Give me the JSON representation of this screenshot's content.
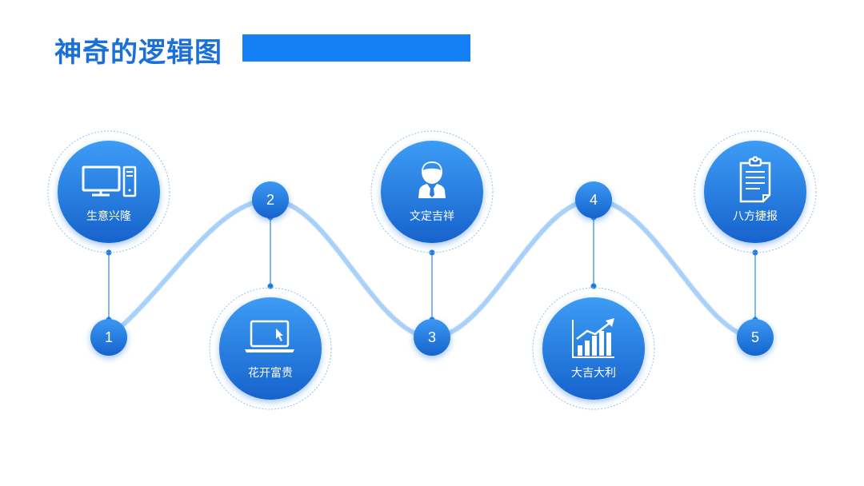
{
  "title": "神奇的逻辑图",
  "colors": {
    "accent": "#1580f5",
    "title": "#1a6fd8",
    "circle_dark": "#1763cc",
    "circle_light": "#3d9cf5",
    "wave": "#9cc8f7"
  },
  "steps": [
    {
      "number": "1",
      "label": "生意兴隆",
      "icon": "desktop-computer-icon"
    },
    {
      "number": "2",
      "label": "花开富贵",
      "icon": "laptop-icon"
    },
    {
      "number": "3",
      "label": "文定吉祥",
      "icon": "person-icon"
    },
    {
      "number": "4",
      "label": "大吉大利",
      "icon": "growth-chart-icon"
    },
    {
      "number": "5",
      "label": "八方捷报",
      "icon": "clipboard-icon"
    }
  ]
}
